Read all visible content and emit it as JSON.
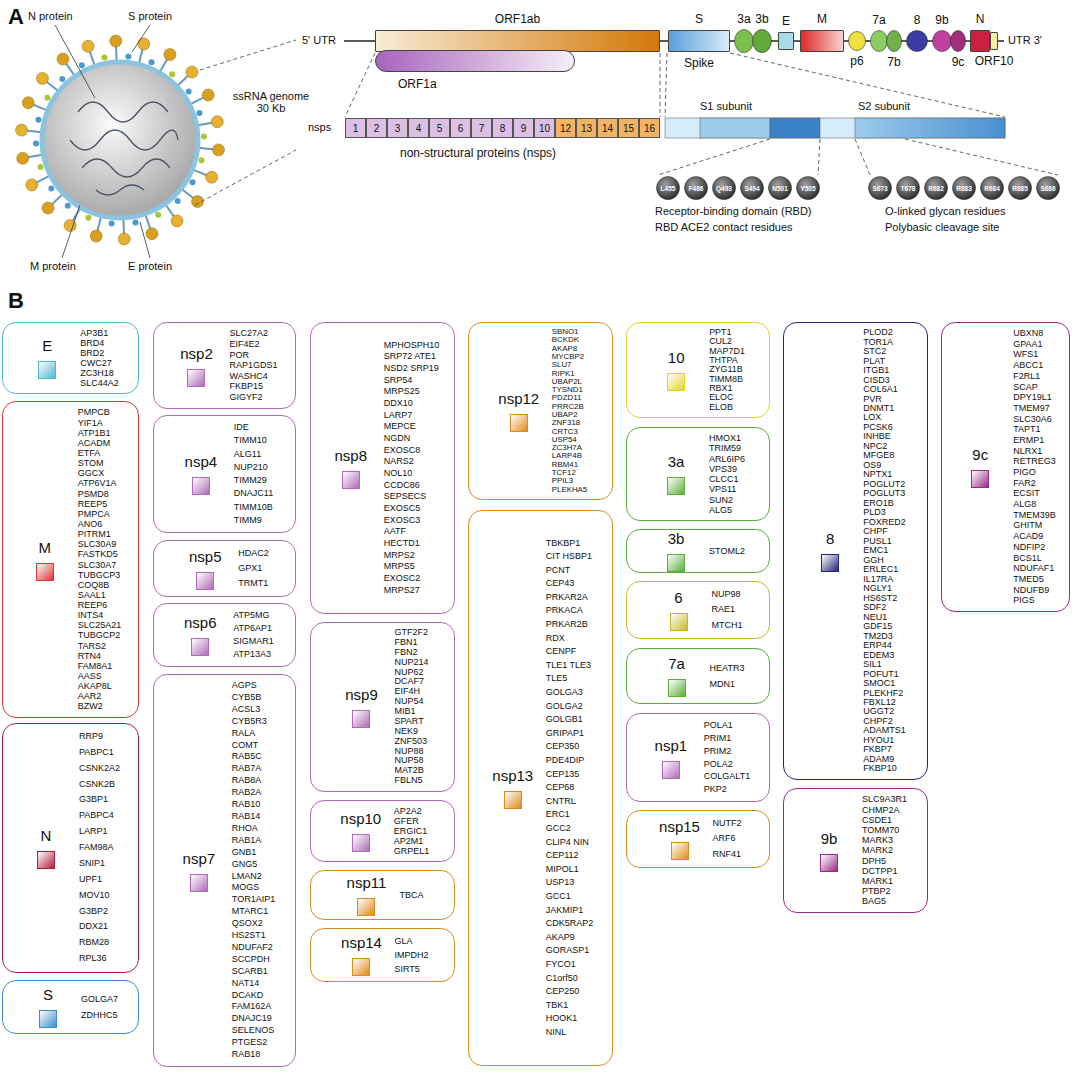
{
  "diagram": {
    "nodes": [
      {
        "text": [
          "ORF1ab"
        ]
      },
      {
        "text": [
          "ORF1a"
        ]
      },
      {
        "text": [
          "S",
          "Spike"
        ]
      },
      {
        "text": [
          "3a"
        ]
      },
      {
        "text": [
          "3b"
        ]
      },
      {
        "text": [
          "E"
        ]
      },
      {
        "text": [
          "M"
        ]
      },
      {
        "text": [
          "p6"
        ]
      },
      {
        "text": [
          "7a"
        ]
      },
      {
        "text": [
          "7b"
        ]
      },
      {
        "text": [
          "8"
        ]
      },
      {
        "text": [
          "9b"
        ]
      },
      {
        "text": [
          "9c"
        ]
      },
      {
        "text": [
          "N"
        ]
      },
      {
        "text": [
          "ORF10"
        ]
      },
      {
        "text": [
          "1"
        ]
      },
      {
        "text": [
          "2"
        ]
      },
      {
        "text": [
          "3"
        ]
      },
      {
        "text": [
          "4"
        ]
      },
      {
        "text": [
          "5"
        ]
      },
      {
        "text": [
          "6"
        ]
      },
      {
        "text": [
          "7"
        ]
      },
      {
        "text": [
          "8"
        ]
      },
      {
        "text": [
          "9"
        ]
      },
      {
        "text": [
          "10"
        ]
      },
      {
        "text": [
          "12"
        ]
      },
      {
        "text": [
          "13"
        ]
      },
      {
        "text": [
          "14"
        ]
      },
      {
        "text": [
          "15"
        ]
      },
      {
        "text": [
          "16"
        ]
      },
      {
        "text": [
          "L455"
        ]
      },
      {
        "text": [
          "F486"
        ]
      },
      {
        "text": [
          "Q493"
        ]
      },
      {
        "text": [
          "S494"
        ]
      },
      {
        "text": [
          "N501"
        ]
      },
      {
        "text": [
          "Y505"
        ]
      },
      {
        "text": [
          "S673"
        ]
      },
      {
        "text": [
          "T678"
        ]
      },
      {
        "text": [
          "R682"
        ]
      },
      {
        "text": [
          "R683"
        ]
      },
      {
        "text": [
          "R684"
        ]
      },
      {
        "text": [
          "R685"
        ]
      },
      {
        "text": [
          "S686"
        ]
      },
      {
        "text": [
          "E",
          "AP3B1 BRD4 BRD2 CWC27 ZC3H18 SLC44A2"
        ]
      },
      {
        "text": [
          "M",
          "PMPCB YIF1A ATP1B1 ACADM ETFA STOM GGCX ATP6V1A PSMD8 REEP5 PMPCA ANO6 PITRM1 SLC30A9 FASTKD5 SLC30A7 TUBGCP3 COQ8B SAAL1 REEP6 INTS4 SLC25A21 TUBGCP2 TARS2 RTN4 FAM8A1 AASS AKAP8L AAR2 BZW2"
        ]
      },
      {
        "text": [
          "N",
          "RRP9 PABPC1 CSNK2A2 CSNK2B G3BP1 PABPC4 LARP1 FAM98A SNIP1 UPF1 MOV10 G3BP2 DDX21 RBM28 RPL36"
        ]
      },
      {
        "text": [
          "S",
          "GOLGA7 ZDHHC5"
        ]
      },
      {
        "text": [
          "nsp2",
          "SLC27A2 EIF4E2 POR RAP1GDS1 WASHC4 FKBP15 GIGYF2"
        ]
      },
      {
        "text": [
          "nsp4",
          "IDE TIMM10 ALG11 NUP210 TIMM29 DNAJC11 TIMM10B TIMM9"
        ]
      },
      {
        "text": [
          "nsp5",
          "HDAC2 GPX1 TRMT1"
        ]
      },
      {
        "text": [
          "nsp6",
          "ATP5MG ATP6AP1 SIGMAR1 ATP13A3"
        ]
      },
      {
        "text": [
          "nsp7",
          "AGPS CYB5B ACSL3 CYB5R3 RALA COMT RAB5C RAB7A RAB8A RAB2A RAB10 RAB14 RHOA RAB1A GNB1 GNG5 LMAN2 MOGS TOR1AIP1 MTARC1 QSOX2 HS2ST1 NDUFAF2 SCCPDH SCARB1 NAT14 DCAKD FAM162A DNAJC19 SELENOS PTGES2 RAB18"
        ]
      },
      {
        "text": [
          "nsp8",
          "MPHOSPH10 SRP72 ATE1 NSD2 SRP19 SRP54 MRPS25 DDX10 LARP7 MEPCE NGDN EXOSC8 NARS2 NOL10 CCDC86 SEPSECS EXOSC5 EXOSC3 AATF HECTD1 MRPS2 MRPS5 EXOSC2 MRPS27"
        ]
      },
      {
        "text": [
          "nsp9",
          "GTF2F2 FBN1 FBN2 NUP214 NUP62 DCAF7 EIF4H NUP54 MIB1 SPART NEK9 ZNF503 NUP88 NUP58 MAT2B FBLN5"
        ]
      },
      {
        "text": [
          "nsp10",
          "AP2A2 GFER ERGIC1 AP2M1 GRPEL1"
        ]
      },
      {
        "text": [
          "nsp11",
          "TBCA"
        ]
      },
      {
        "text": [
          "nsp14",
          "GLA IMPDH2 SIRT5"
        ]
      },
      {
        "text": [
          "nsp12",
          "SBNO1 BCKDK AKAP8 MYCBP2 SLU7 RIPK1 UBAP2L TYSND1 PDZD11 PRRC2B UBAP2 ZNF318 CRTC3 USP54 ZC3H7A LARP4B RBM41 TCF12 PPIL3 PLEKHA5"
        ]
      },
      {
        "text": [
          "nsp13",
          "TBKBP1 CIT HSBP1 PCNT CEP43 PRKAR2A PRKACA PRKAR2B RDX CENPF TLE1 TLE3 TLE5 GOLGA3 GOLGA2 GOLGB1 GRIPAP1 CEP350 PDE4DIP CEP135 CEP68 CNTRL ERC1 GCC2 CLIP4 NIN CEP112 MIPOL1 USP13 GCC1 JAKMIP1 CDK5RAP2 AKAP9 GORASP1 FYCO1 C1orf50 CEP250 TBK1 HOOK1 NINL"
        ]
      },
      {
        "text": [
          "10",
          "PPT1 CUL2 MAP7D1 THTPA ZYG11B TIMM8B RBX1 ELOC ELOB"
        ]
      },
      {
        "text": [
          "3a",
          "HMOX1 TRIM59 ARL6IP6 VPS39 CLCC1 VPS11 SUN2 ALG5"
        ]
      },
      {
        "text": [
          "3b",
          "STOML2"
        ]
      },
      {
        "text": [
          "6",
          "NUP98 RAE1 MTCH1"
        ]
      },
      {
        "text": [
          "7a",
          "HEATR3 MDN1"
        ]
      },
      {
        "text": [
          "nsp1",
          "POLA1 PRIM1 PRIM2 POLA2 COLGALT1 PKP2"
        ]
      },
      {
        "text": [
          "nsp15",
          "NUTF2 ARF6 RNF41"
        ]
      },
      {
        "text": [
          "8",
          "PLOD2 TOR1A STC2 PLAT ITGB1 CISD3 COL6A1 PVR DNMT1 LOX PCSK6 INHBE NPC2 MFGE8 OS9 NPTX1 POGLUT2 POGLUT3 ERO1B PLD3 FOXRED2 CHPF PUSL1 EMC1 GGH ERLEC1 IL17RA NGLY1 HS6ST2 SDF2 NEU1 GDF15 TM2D3 ERP44 EDEM3 SIL1 POFUT1 SMOC1 PLEKHF2 FBXL12 UGGT2 CHPF2 ADAMTS1 HYOU1 FKBP7 ADAM9 FKBP10"
        ]
      },
      {
        "text": [
          "9b",
          "SLC9A3R1 CHMP2A CSDE1 TOMM70 MARK3 MARK2 DPH5 DCTPP1 MARK1 PTBP2 BAG5"
        ]
      },
      {
        "text": [
          "9c",
          "UBXN8 GPAA1 WFS1 ABCC1 F2RL1 SCAP DPY19L1 TMEM97 SLC30A6 TAPT1 ERMP1 NLRX1 RETREG3 PIGO FAR2 ECSIT ALG8 TMEM39B GHITM ACAD9 NDFIP2 BCS1L NDUFAF1 TMED5 NDUFB9 PIGS"
        ]
      }
    ],
    "labels": [
      "A",
      "B",
      "N protein",
      "S protein",
      "ssRNA genome 30 Kb",
      "M protein",
      "E protein",
      "5' UTR",
      "UTR 3'",
      "nsps",
      "non-structural proteins (nsps)",
      "S1 subunit",
      "S2 subunit",
      "Receptor-binding domain (RBD)",
      "RBD ACE2 contact residues",
      "O-linked glycan residues",
      "Polybasic cleavage site"
    ]
  }
}
